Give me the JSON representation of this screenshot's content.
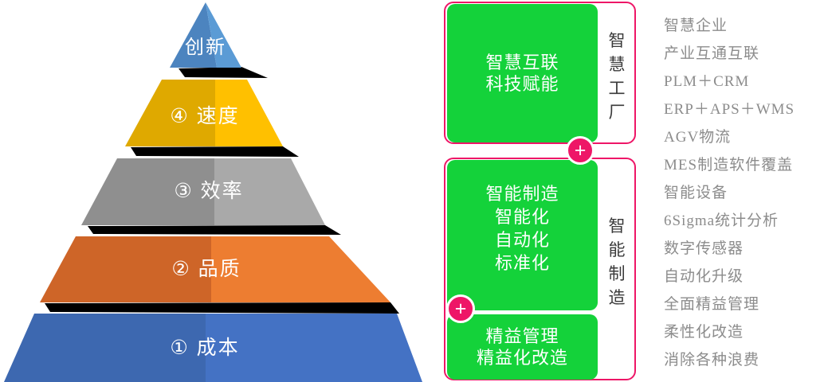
{
  "pyramid": {
    "levels": [
      {
        "id": "innovation",
        "label": "创新"
      },
      {
        "id": "speed",
        "label": "④ 速度"
      },
      {
        "id": "efficiency",
        "label": "③ 效率"
      },
      {
        "id": "quality",
        "label": "② 品质"
      },
      {
        "id": "cost",
        "label": "① 成本"
      }
    ]
  },
  "sections": [
    {
      "bracket_label": "智慧工厂",
      "boxes": [
        {
          "lines": [
            "智慧互联",
            "科技赋能"
          ]
        }
      ]
    },
    {
      "bracket_label": "智能制造",
      "boxes": [
        {
          "lines": [
            "智能制造",
            "智能化",
            "自动化",
            "标准化"
          ]
        },
        {
          "lines": [
            "精益管理",
            "精益化改造"
          ]
        }
      ]
    }
  ],
  "plus_badge": "+",
  "right_list": {
    "items": [
      "智慧企业",
      "产业互通互联",
      "PLM＋CRM",
      "ERP＋APS＋WMS",
      "AGV物流",
      "MES制造软件覆盖",
      "智能设备",
      "6Sigma统计分析",
      "数字传感器",
      "自动化升级",
      "全面精益管理",
      "柔性化改造",
      "消除各种浪费"
    ]
  },
  "colors": {
    "green": "#14D23A",
    "pink": "#EE1667",
    "list_text": "#8C8C8C",
    "bracket_text": "#3A3A3A",
    "shadow": "#000000",
    "level_innovation_left": "#4C84BF",
    "level_innovation_right": "#5B9BD5",
    "level_speed_left": "#DFA900",
    "level_speed_right": "#FFC000",
    "level_efficiency_left": "#8F8F8F",
    "level_efficiency_right": "#A9A9A9",
    "level_quality_left": "#CE6528",
    "level_quality_right": "#ED7D31",
    "level_cost_left": "#3D68B0",
    "level_cost_right": "#4472C4"
  }
}
